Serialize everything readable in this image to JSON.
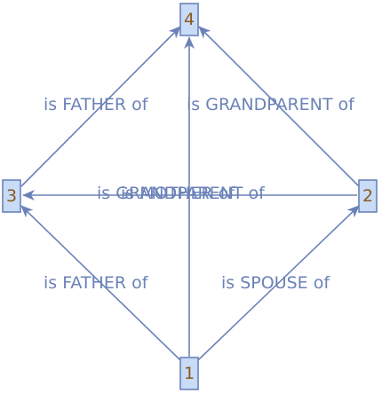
{
  "nodes": [
    {
      "id": "1",
      "label": "1"
    },
    {
      "id": "2",
      "label": "2"
    },
    {
      "id": "3",
      "label": "3"
    },
    {
      "id": "4",
      "label": "4"
    }
  ],
  "edges": [
    {
      "from": "1",
      "to": "4",
      "label": "is GRANDPARENT of"
    },
    {
      "from": "1",
      "to": "3",
      "label": "is FATHER of"
    },
    {
      "from": "1",
      "to": "2",
      "label": "is SPOUSE of"
    },
    {
      "from": "3",
      "to": "4",
      "label": "is FATHER of"
    },
    {
      "from": "2",
      "to": "4",
      "label": "is GRANDPARENT of"
    },
    {
      "from": "2",
      "to": "3",
      "label": "is MOTHER of"
    }
  ],
  "colors": {
    "edge": "#6b82b8",
    "node_fill": "#c8dbf7",
    "node_text": "#8a5a1e"
  }
}
